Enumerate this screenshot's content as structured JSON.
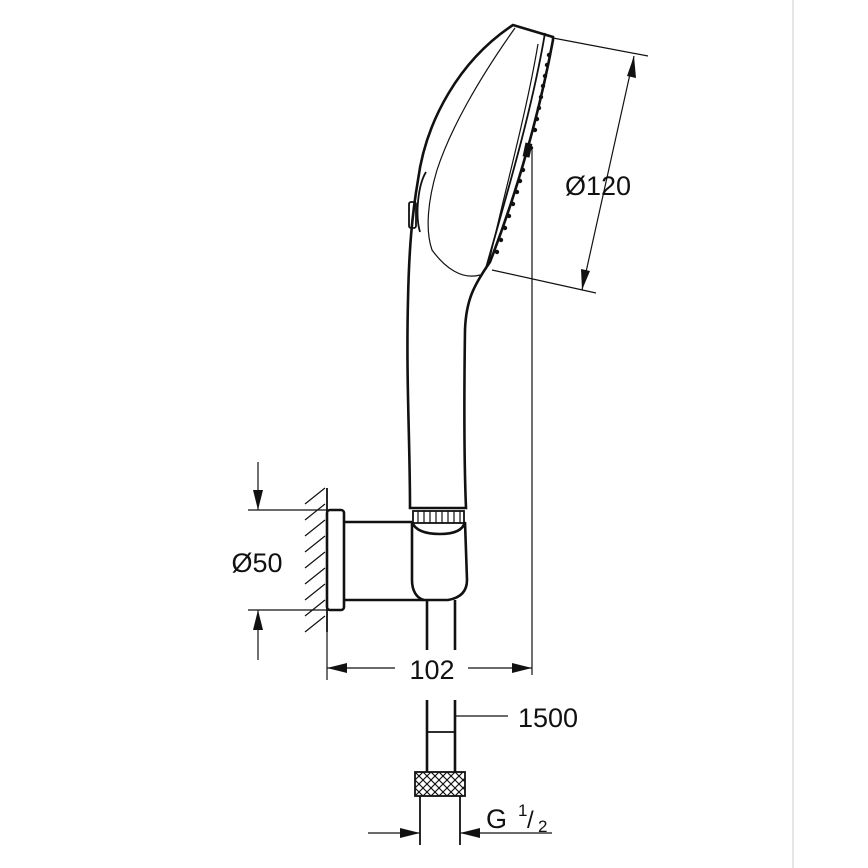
{
  "dimensions": {
    "head_diameter": "Ø120",
    "holder_diameter": "Ø50",
    "projection": "102",
    "hose_length": "1500",
    "thread_main": "G",
    "thread_num": "1",
    "thread_den": "2"
  },
  "colors": {
    "line": "#111111",
    "background": "#ffffff",
    "border": "#cccccc"
  }
}
